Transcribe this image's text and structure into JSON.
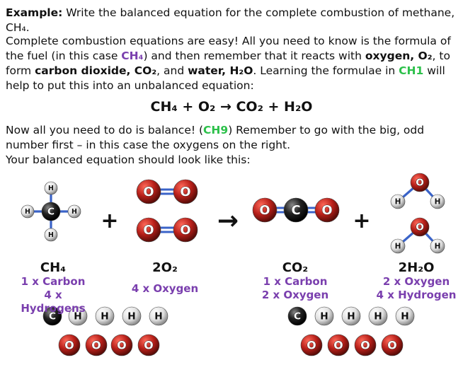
{
  "intro": {
    "example_label": "Example:",
    "example_text": " Write the balanced equation for the complete combustion of methane, CH₄."
  },
  "para1": {
    "t1": "Complete combustion equations are easy! All you need to know is the formula of the fuel (in this case ",
    "fuel": "CH₄",
    "t2": ") and then remember that it reacts with ",
    "oxygen": "oxygen, O₂",
    "t3": ", to form ",
    "co2": "carbon dioxide, CO₂",
    "t4": ", and ",
    "water": "water, H₂O",
    "t5": ". Learning the formulae in ",
    "ref1": "CH1",
    "t6": " will help to put this into an unbalanced equation:"
  },
  "equation": "CH₄ + O₂ → CO₂ + H₂O",
  "para2": {
    "t1": "Now all you need to do is balance! (",
    "ref": "CH9",
    "t2": ") Remember to go with the big, odd number first – in this case the oxygens on the right."
  },
  "para3": "Your balanced equation should look like this:",
  "symbols": {
    "plus": "+",
    "arrow": "→",
    "H": "H",
    "C": "C",
    "O": "O"
  },
  "labels": {
    "ch4": {
      "formula": "CH₄",
      "l1": "1 x Carbon",
      "l2": "4 x Hydrogens"
    },
    "o2": {
      "formula": "2O₂",
      "l1": "4 x Oxygen"
    },
    "co2": {
      "formula": "CO₂",
      "l1": "1 x Carbon",
      "l2": "2 x Oxygen"
    },
    "h2o": {
      "formula": "2H₂O",
      "l1": "2 x Oxygen",
      "l2": "4 x Hydrogen"
    }
  },
  "colors": {
    "purple": "#7a3fae",
    "green": "#2cc04a",
    "oxygen_atom": "#b8201a",
    "carbon_atom": "#222222",
    "hydrogen_atom": "#e6e6e6",
    "bond": "#3a63c8"
  }
}
